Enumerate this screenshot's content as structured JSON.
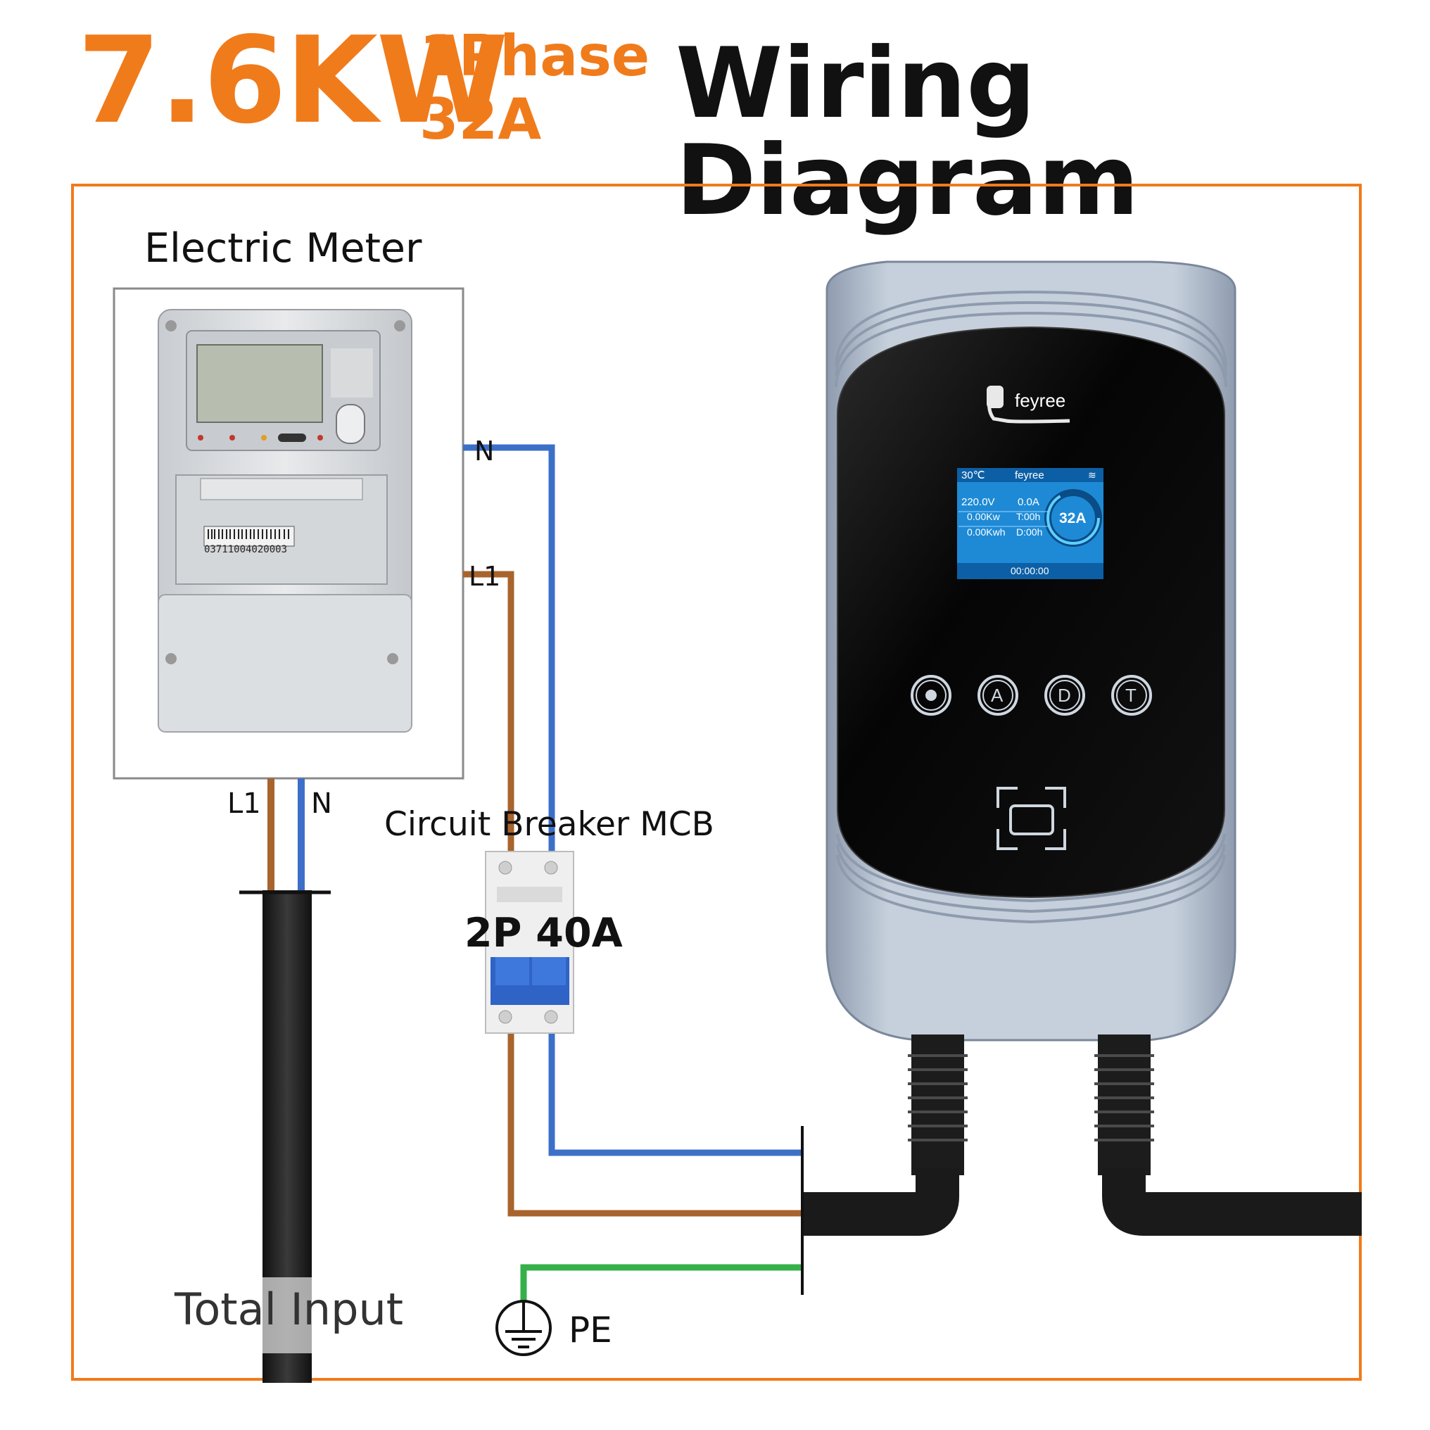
{
  "header": {
    "power": "7.6KW",
    "phase": "1Phase",
    "current": "32A",
    "title": "Wiring Diagram"
  },
  "meter": {
    "label": "Electric Meter",
    "barcode_number": "03711004020003"
  },
  "breaker": {
    "label": "Circuit Breaker MCB",
    "rating": "2P 40A"
  },
  "wires": {
    "meter_out_n": "N",
    "meter_out_l1": "L1",
    "input_l1": "L1",
    "input_n": "N",
    "pe": "PE",
    "total_input": "Total Input"
  },
  "charger": {
    "brand": "feyree",
    "screen": {
      "temperature": "30℃",
      "brand": "feyree",
      "voltage": "220.0V",
      "current": "0.0A",
      "power": "0.00Kw",
      "time_hours": "T:00h",
      "energy": "0.00Kwh",
      "delay_hours": "D:00h",
      "max_current": "32A",
      "timer": "00:00:00"
    },
    "buttons": [
      "A",
      "D",
      "T"
    ]
  },
  "colors": {
    "accent": "#f07b1b",
    "neutral_wire": "#3c70c8",
    "live_wire": "#a8642c",
    "earth_wire": "#35b04a",
    "cable": "#1a1a1a"
  }
}
